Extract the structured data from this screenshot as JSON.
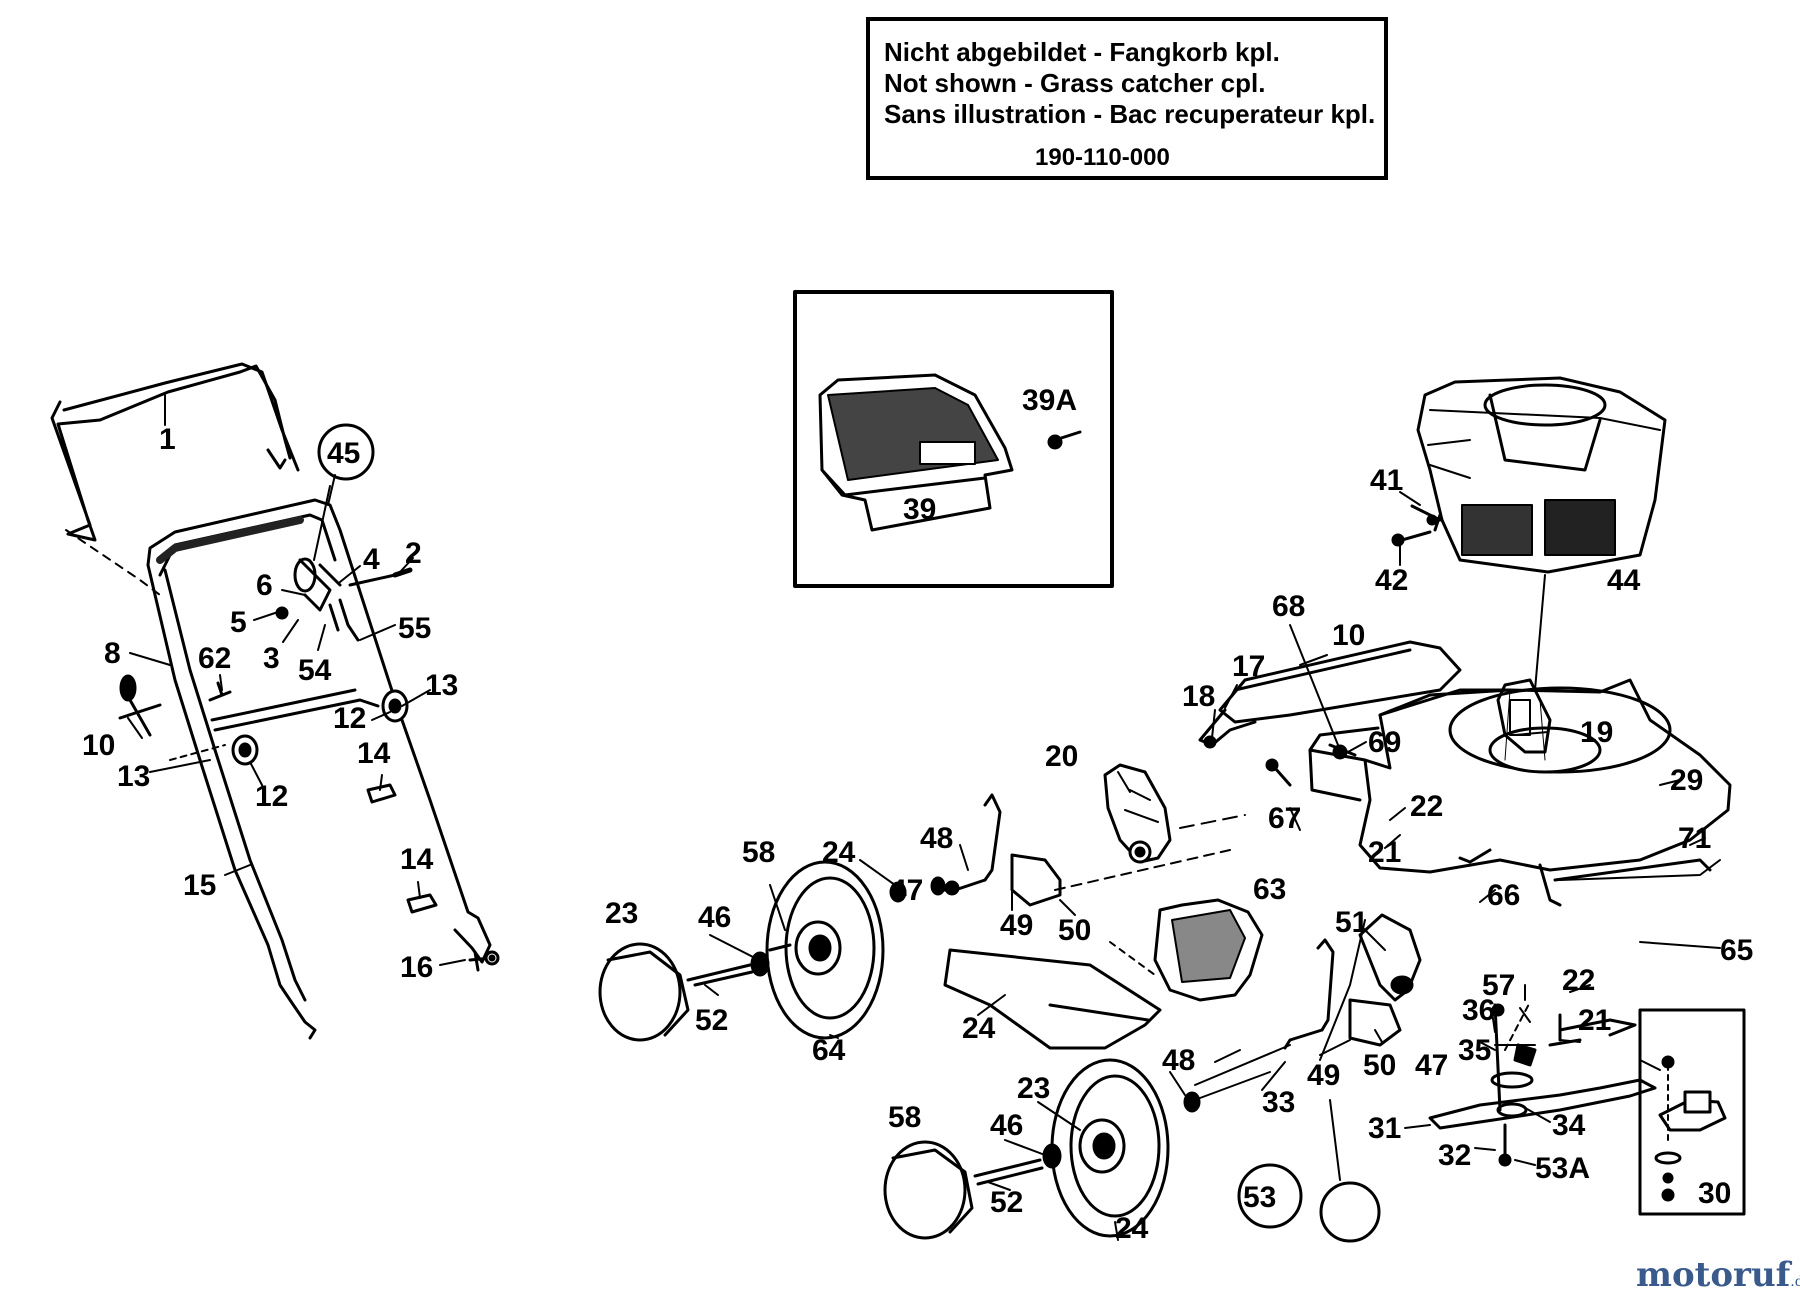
{
  "notice": {
    "line_de": "Nicht abgebildet - Fangkorb kpl.",
    "line_en": "Not shown - Grass catcher cpl.",
    "line_fr": "Sans illustration - Bac recuperateur kpl.",
    "part_number": "190-110-000"
  },
  "callouts": [
    "1",
    "45",
    "2",
    "4",
    "6",
    "5",
    "55",
    "3",
    "54",
    "8",
    "62",
    "13",
    "12",
    "10",
    "14",
    "15",
    "16",
    "39A",
    "39",
    "41",
    "42",
    "44",
    "68",
    "10",
    "17",
    "18",
    "69",
    "19",
    "20",
    "29",
    "22",
    "71",
    "21",
    "67",
    "63",
    "66",
    "65",
    "51",
    "57",
    "22",
    "21",
    "36",
    "35",
    "30",
    "48",
    "47",
    "49",
    "50",
    "24",
    "23",
    "58",
    "46",
    "52",
    "64",
    "24",
    "23",
    "58",
    "46",
    "52",
    "24",
    "48",
    "49",
    "50",
    "47",
    "33",
    "31",
    "34",
    "32",
    "53A",
    "53"
  ],
  "watermark": {
    "main": "motoruf",
    "tld": ".de"
  }
}
